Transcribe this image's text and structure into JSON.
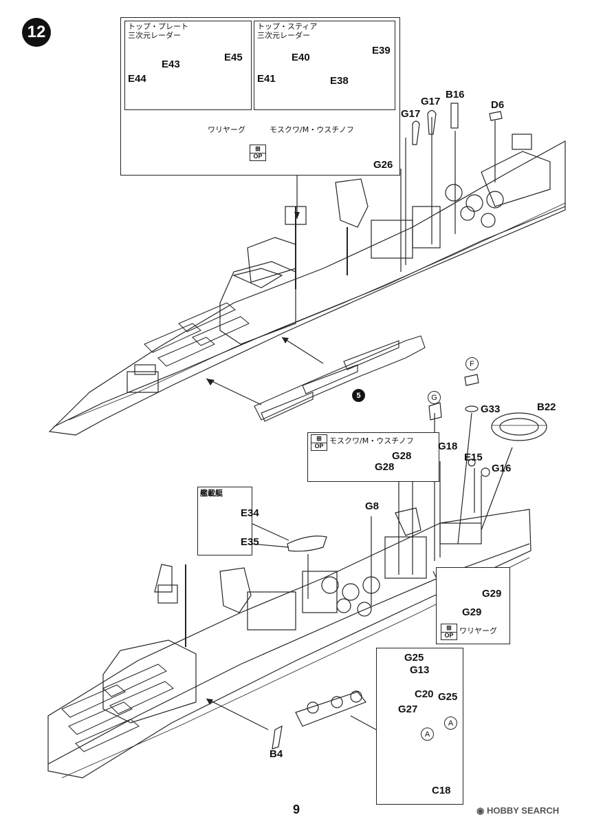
{
  "step_number": "12",
  "page_number": "9",
  "watermark": "HOBBY SEARCH",
  "option_label": "OP",
  "variant_box_top": {
    "left_title": "トップ・プレート\n三次元レーダー",
    "right_title": "トップ・スティア\n三次元レーダー",
    "left_parts": [
      "E44",
      "E43",
      "E45"
    ],
    "right_parts": [
      "E41",
      "E40",
      "E38",
      "E39"
    ],
    "variant_left": "ワリヤーグ",
    "variant_right": "モスクワ/M・ウスチノフ"
  },
  "upper_ship_parts": [
    "G17",
    "G17",
    "B16",
    "D6",
    "G26"
  ],
  "sub_step_ref": "5",
  "stern_callouts": {
    "circle_g": "G",
    "circle_f": "F",
    "parts": [
      "G33",
      "B22",
      "G18",
      "E15",
      "G16",
      "G28",
      "G28",
      "G8"
    ],
    "option_box_label": "モスクワ/M・ウスチノフ"
  },
  "boat_box": {
    "title": "艦載艇",
    "parts": [
      "E34",
      "E35"
    ]
  },
  "waryag_box": {
    "parts": [
      "G29",
      "G29"
    ],
    "label": "ワリヤーグ"
  },
  "detail_box": {
    "parts": [
      "G25",
      "G13",
      "C20",
      "G25",
      "G27",
      "C18"
    ],
    "circle_a": "A"
  },
  "lower_ship_parts": [
    "B4"
  ]
}
